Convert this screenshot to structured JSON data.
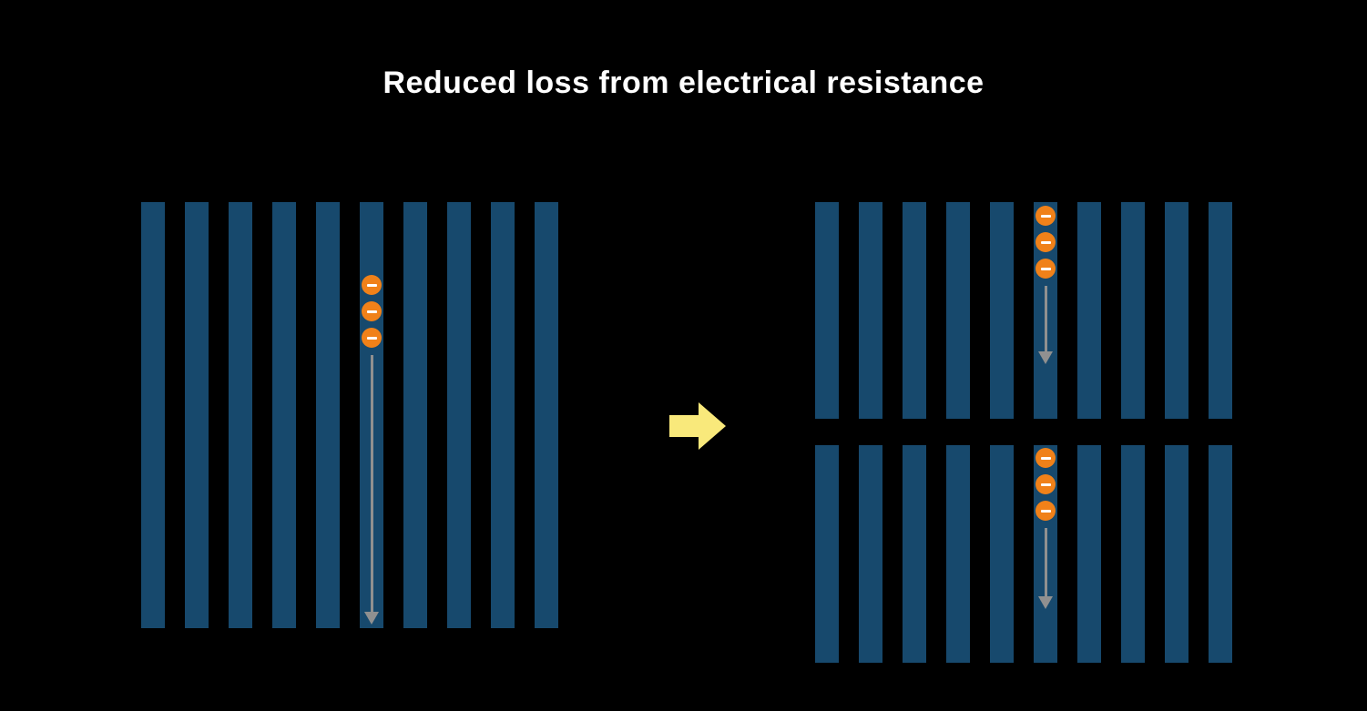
{
  "title": "Reduced loss from electrical resistance",
  "colors": {
    "background": "#000000",
    "title": "#ffffff",
    "bar": "#17496d",
    "electron_fill": "#f08119",
    "electron_minus": "#ffffff",
    "flow_arrow": "#909090",
    "transition_arrow": "#f9e97b"
  },
  "icons": {
    "electron": "minus-circle-icon",
    "flow": "arrow-down-icon",
    "transition": "arrow-right-icon"
  },
  "panels": [
    {
      "id": "full-cell",
      "bar_count": 10,
      "electron_column_index": 5,
      "electron_count": 3
    },
    {
      "id": "half-cell-top",
      "bar_count": 10,
      "electron_column_index": 5,
      "electron_count": 3
    },
    {
      "id": "half-cell-bottom",
      "bar_count": 10,
      "electron_column_index": 5,
      "electron_count": 3
    }
  ]
}
